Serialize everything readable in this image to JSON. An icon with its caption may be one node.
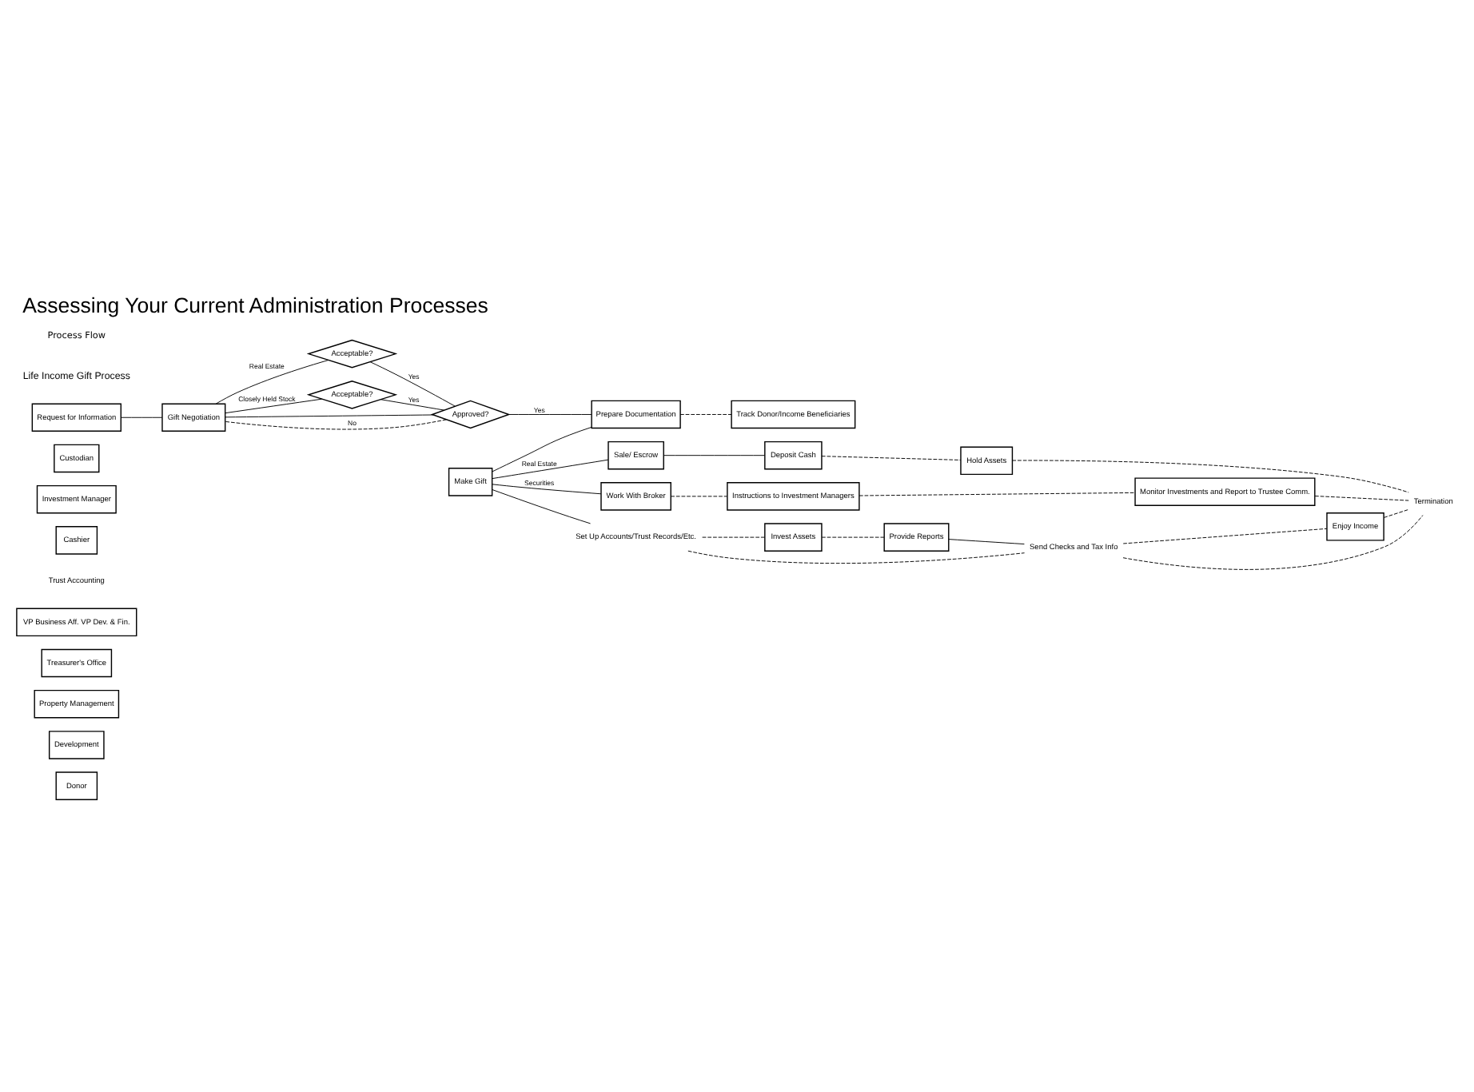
{
  "diagram": {
    "title": "Assessing Your Current Administration Processes",
    "nodes": [
      {
        "text": [
          "Donor"
        ]
      },
      {
        "text": [
          "Development"
        ]
      },
      {
        "text": [
          "Property Management"
        ]
      },
      {
        "text": [
          "Treasurer's Office"
        ]
      },
      {
        "text": [
          "VP Business Aff. VP Dev. & Fin."
        ]
      },
      {
        "text": [
          "Trust Accounting"
        ]
      },
      {
        "text": [
          "Cashier"
        ]
      },
      {
        "text": [
          "Investment Manager"
        ]
      },
      {
        "text": [
          "Custodian"
        ]
      },
      {
        "text": [
          "Request for Information"
        ]
      },
      {
        "text": [
          "Gift Negotiation"
        ]
      },
      {
        "text": [
          "Acceptable?"
        ]
      },
      {
        "text": [
          "Acceptable?"
        ]
      },
      {
        "text": [
          "Approved?"
        ]
      },
      {
        "text": [
          "Make Gift"
        ]
      },
      {
        "text": [
          "Prepare Documentation"
        ]
      },
      {
        "text": [
          "Track Donor/Income Beneficiaries"
        ]
      },
      {
        "text": [
          "Sale/ Escrow"
        ]
      },
      {
        "text": [
          "Work With Broker"
        ]
      },
      {
        "text": [
          "Set Up Accounts/Trust Records/Etc."
        ]
      },
      {
        "text": [
          "Instructions to Investment Managers"
        ]
      },
      {
        "text": [
          "Deposit Cash"
        ]
      },
      {
        "text": [
          "Hold Assets"
        ]
      },
      {
        "text": [
          "Invest Assets"
        ]
      },
      {
        "text": [
          "Provide Reports"
        ]
      },
      {
        "text": [
          "Send Checks and Tax Info"
        ]
      },
      {
        "text": [
          "Enjoy Income"
        ]
      },
      {
        "text": [
          "Monitor Investments and Report to Trustee Comm."
        ]
      },
      {
        "text": [
          "Termination"
        ]
      }
    ],
    "edges": [
      {
        "from": 9,
        "to": 10,
        "arrow": "none"
      },
      {
        "from": 10,
        "to": 11,
        "arrow": "none",
        "label": "Real Estate"
      },
      {
        "from": 10,
        "to": 12,
        "arrow": "none",
        "label": "Closely Held Stock"
      },
      {
        "from": 11,
        "to": 13,
        "arrow": "none",
        "label": "Yes"
      },
      {
        "from": 12,
        "to": 13,
        "arrow": "none",
        "label": "Yes"
      },
      {
        "from": 10,
        "to": 13,
        "arrow": "none"
      },
      {
        "from": 13,
        "to": 10,
        "arrow": "none",
        "label": "No",
        "style": "dashed"
      },
      {
        "from": 13,
        "to": 15,
        "arrow": "none",
        "label": "Yes"
      },
      {
        "from": 14,
        "to": 15,
        "arrow": "none"
      },
      {
        "from": 15,
        "to": 16,
        "arrow": "none",
        "style": "dashed"
      },
      {
        "from": 14,
        "to": 17,
        "arrow": "none",
        "label": "Real Estate"
      },
      {
        "from": 14,
        "to": 18,
        "arrow": "none",
        "label": "Securities"
      },
      {
        "from": 14,
        "to": 19,
        "arrow": "none"
      },
      {
        "from": 18,
        "to": 20,
        "arrow": "none",
        "style": "dashed"
      },
      {
        "from": 17,
        "to": 21,
        "arrow": "none"
      },
      {
        "from": 21,
        "to": 22,
        "arrow": "none",
        "style": "dashed"
      },
      {
        "from": 19,
        "to": 25,
        "arrow": "none",
        "style": "dashed"
      },
      {
        "from": 19,
        "to": 23,
        "arrow": "none",
        "style": "dashed"
      },
      {
        "from": 23,
        "to": 24,
        "arrow": "none",
        "style": "dashed"
      },
      {
        "from": 24,
        "to": 25,
        "arrow": "none"
      },
      {
        "from": 20,
        "to": 27,
        "arrow": "none",
        "style": "dashed"
      },
      {
        "from": 25,
        "to": 26,
        "arrow": "none",
        "style": "dashed"
      },
      {
        "from": 26,
        "to": 28,
        "arrow": "none",
        "style": "dashed"
      },
      {
        "from": 25,
        "to": 28,
        "arrow": "none",
        "style": "dashed"
      },
      {
        "from": 22,
        "to": 28,
        "arrow": "none",
        "style": "dashed"
      },
      {
        "from": 27,
        "to": 28,
        "arrow": "none",
        "style": "dashed"
      }
    ],
    "labels": [
      "Life Income Gift Process",
      "Process Flow"
    ]
  }
}
